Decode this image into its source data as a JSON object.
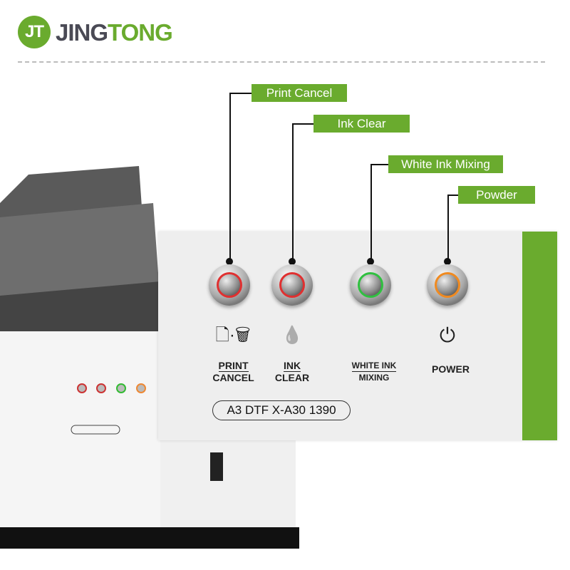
{
  "brand": {
    "logo_mark": "JT",
    "name_part1": "JING",
    "name_part2": "TONG",
    "color": "#6aab2e"
  },
  "callouts": [
    "Print Cancel",
    "Ink Clear",
    "White Ink Mixing",
    "Powder"
  ],
  "buttons": [
    {
      "icon": "print-cancel-icon",
      "glyph": "🗋·🗑",
      "line1": "PRINT",
      "line2": "CANCEL",
      "ring": "#e03030"
    },
    {
      "icon": "ink-drop-icon",
      "glyph": "💧",
      "line1": "INK",
      "line2": "CLEAR",
      "ring": "#e03030"
    },
    {
      "icon": "none",
      "glyph": "",
      "line1": "WHITE INK",
      "line2": "MIXING",
      "ring": "#30c040"
    },
    {
      "icon": "power-icon",
      "glyph": "⏻",
      "line1": "",
      "line2": "POWER",
      "ring": "#f08a20"
    }
  ],
  "model": "A3 DTF X-A30 1390"
}
